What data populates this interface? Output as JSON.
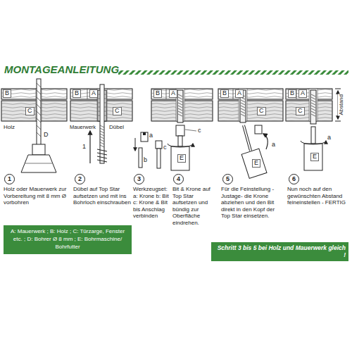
{
  "diagram": {
    "title": "MONTAGEANLEITUNG",
    "nodes": [
      {
        "text": [
          "1"
        ]
      },
      {
        "text": [
          "2"
        ]
      },
      {
        "text": [
          "3"
        ]
      },
      {
        "text": [
          "4"
        ]
      },
      {
        "text": [
          "5"
        ]
      },
      {
        "text": [
          "6"
        ]
      },
      {
        "text": [
          "A: Mauerwerk ; B: Holz ; C: Türzarge, Fenster etc. ; D: Bohrer Ø 8 mm ; E: Bohrmaschine/ Bohrfutter"
        ]
      },
      {
        "text": [
          "Schritt 3 bis 5 bei Holz und Mauerwerk gleich !"
        ]
      }
    ],
    "labels": [
      "B",
      "C",
      "Holz",
      "D",
      "B",
      "A",
      "C",
      "Mauerwerk",
      "Dübel",
      "1",
      "a",
      "b",
      "c",
      "B",
      "A",
      "c",
      "E",
      "B",
      "A",
      "C",
      "a",
      "E",
      "B",
      "A",
      "C",
      "Abstand",
      "a",
      "E",
      "Holz oder Mauerwerk zur Vorbereitung mit 8 mm Ø vorbohren",
      "Dübel auf Top Star aufsetzen und mit ins Bohrloch einschrauben",
      "Werkzeugset: a: Krone b: Bit c: Krone & Bit bis Anschlag verbinden",
      "Bit & Krone auf Top Star aufsetzen und bündig zur Oberfläche eindrehen.",
      "Für die Feinstellung - Justage- die Krone abziehen und den Bit direkt in den Kopf der Top Star einsetzen.",
      "Nun noch auf den gewünschten Abstand feineinstellen - FERTIG"
    ]
  }
}
